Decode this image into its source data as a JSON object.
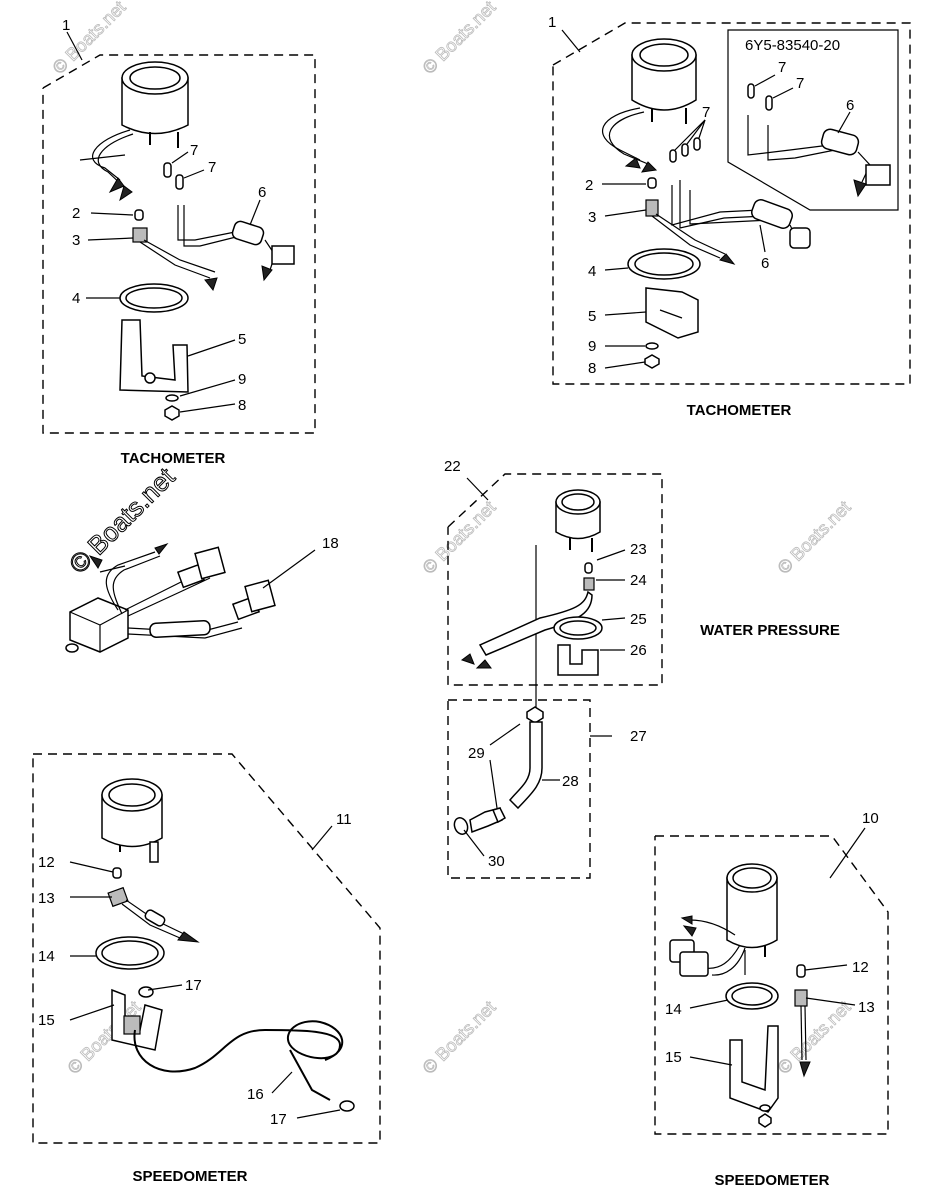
{
  "titles": {
    "tach_left": "TACHOMETER",
    "tach_right": "TACHOMETER",
    "water_pressure": "WATER PRESSURE",
    "speedo_left": "SPEEDOMETER",
    "speedo_right": "SPEEDOMETER"
  },
  "inset_part_number": "6Y5-83540-20",
  "watermarks": {
    "big": "© Boats.net",
    "small": "© Boats.net"
  },
  "callouts": {
    "tl": [
      "1",
      "7",
      "7",
      "6",
      "2",
      "3",
      "4",
      "5",
      "9",
      "8"
    ],
    "tr": [
      "1",
      "7",
      "7",
      "7",
      "6",
      "2",
      "3",
      "4",
      "5",
      "9",
      "8",
      "6"
    ],
    "harness": [
      "18"
    ],
    "water": [
      "22",
      "23",
      "24",
      "25",
      "26",
      "27",
      "29",
      "28",
      "30"
    ],
    "sl": [
      "11",
      "12",
      "13",
      "14",
      "17",
      "15",
      "16",
      "17"
    ],
    "sr": [
      "10",
      "12",
      "14",
      "13",
      "15"
    ]
  }
}
